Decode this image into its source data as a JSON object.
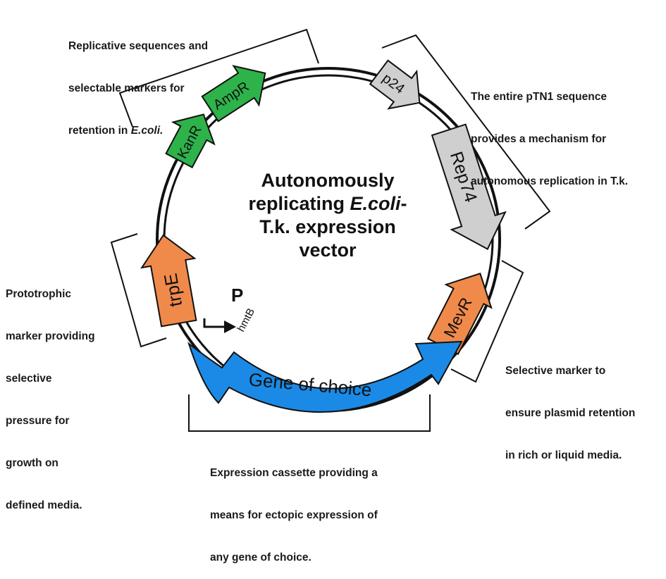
{
  "center_title": {
    "line1": "Autonomously",
    "line2_plain": "replicating ",
    "line2_italic": "E.coli",
    "line2_end": "-",
    "line3": "T.k. expression",
    "line4": "vector"
  },
  "annotations": {
    "ecoli": {
      "line1": "Replicative sequences and",
      "line2": "selectable markers for",
      "line3_plain": "retention in ",
      "line3_italic": "E.coli."
    },
    "ptn1": {
      "line1": "The entire pTN1 sequence",
      "line2": "provides a mechanism for",
      "line3": "autonomous replication in T.k."
    },
    "prototrophic": {
      "line1": "Prototrophic",
      "line2": "marker providing",
      "line3": "selective",
      "line4": "pressure for",
      "line5": "growth on",
      "line6": "defined media."
    },
    "mevr": {
      "line1": "Selective marker to",
      "line2": "ensure plasmid retention",
      "line3": "in rich or liquid media."
    },
    "expression": {
      "line1": "Expression cassette providing a",
      "line2": "means for ectopic expression of",
      "line3": "any gene of choice."
    }
  },
  "genes": {
    "kanr": "KanR",
    "ampr": "AmpR",
    "p24": "p24",
    "rep74": "Rep74",
    "mevr": "MevR",
    "gene_of_choice": "Gene of choice",
    "trpe": "trpE"
  },
  "promoter": {
    "letter": "P",
    "subscript": "hmtB"
  },
  "colors": {
    "green": "#2db34a",
    "gray": "#cfcfcf",
    "orange": "#f08a4b",
    "blue": "#1b8ae6",
    "outline": "#111111"
  }
}
